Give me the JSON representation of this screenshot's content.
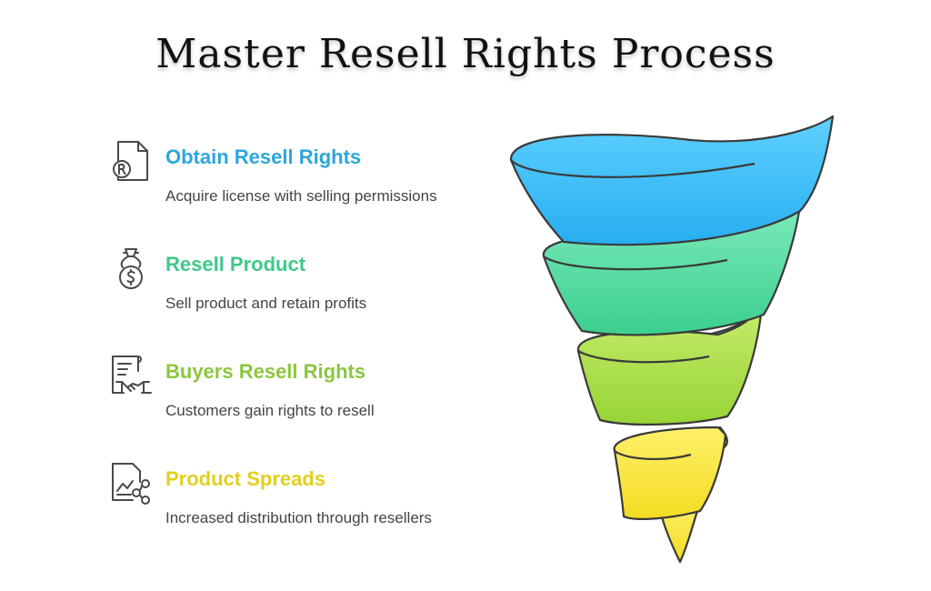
{
  "title": "Master Resell Rights Process",
  "steps": [
    {
      "heading": "Obtain Resell Rights",
      "description": "Acquire license with selling permissions",
      "color": "#2ba6df",
      "icon": "license-document-icon"
    },
    {
      "heading": "Resell Product",
      "description": "Sell product and retain profits",
      "color": "#3ec98a",
      "icon": "money-bag-icon"
    },
    {
      "heading": "Buyers Resell Rights",
      "description": "Customers gain rights to resell",
      "color": "#8cc63f",
      "icon": "contract-handshake-icon"
    },
    {
      "heading": "Product Spreads",
      "description": "Increased distribution through resellers",
      "color": "#e3cf1d",
      "icon": "chart-share-icon"
    }
  ],
  "funnel_colors": [
    "#3db8f5",
    "#52d9a3",
    "#a8dd46",
    "#f4e23a"
  ]
}
